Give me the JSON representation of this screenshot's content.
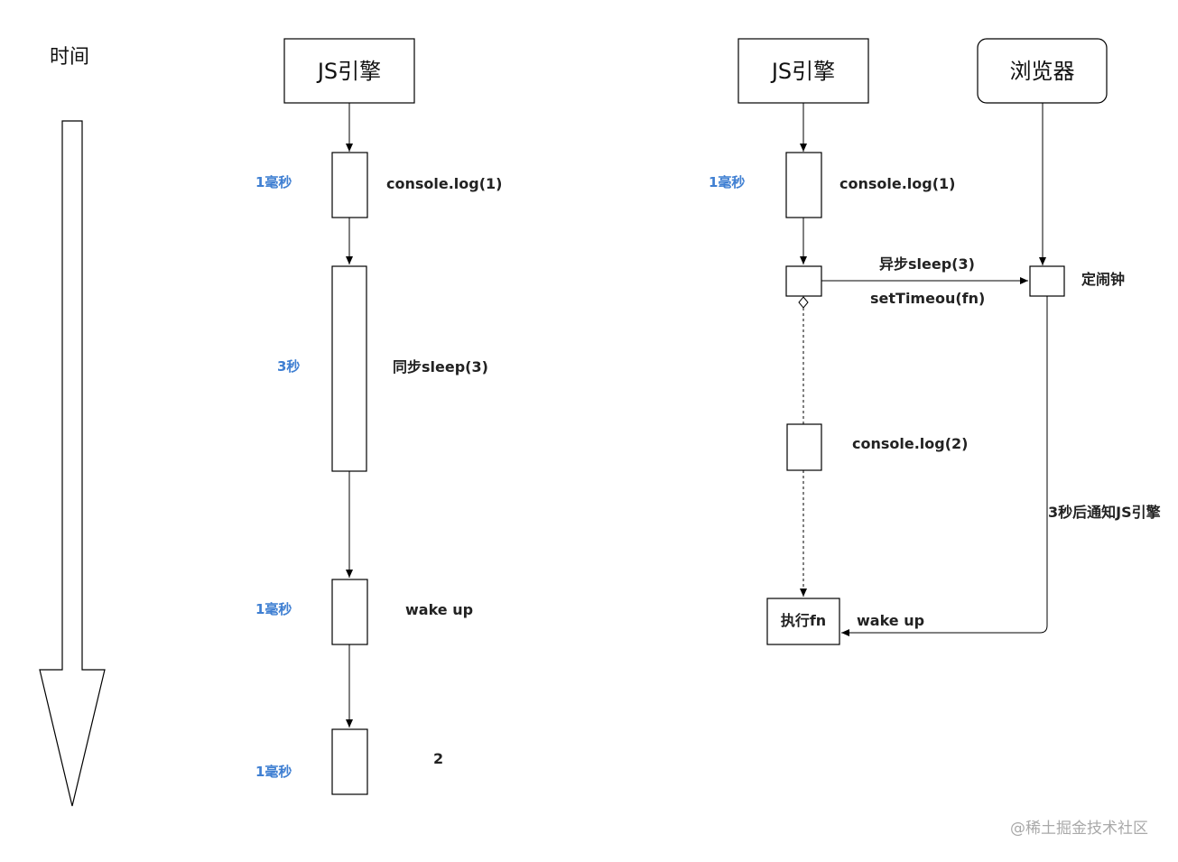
{
  "time_axis": {
    "label": "时间"
  },
  "left": {
    "engine": "JS引擎",
    "steps": [
      {
        "duration": "1毫秒",
        "label": "console.log(1)"
      },
      {
        "duration": "3秒",
        "label": "同步sleep(3)"
      },
      {
        "duration": "1毫秒",
        "label": "wake up"
      },
      {
        "duration": "1毫秒",
        "label": "2"
      }
    ]
  },
  "right": {
    "engine": "JS引擎",
    "browser": "浏览器",
    "step1_duration": "1毫秒",
    "step1_label": "console.log(1)",
    "async_top": "异步sleep(3)",
    "async_bottom": "setTimeou(fn)",
    "timer": "定闹钟",
    "log2": "console.log(2)",
    "notify": "3秒后通知JS引擎",
    "exec": "执行fn",
    "wake": "wake up"
  },
  "watermark": "@稀土掘金技术社区"
}
